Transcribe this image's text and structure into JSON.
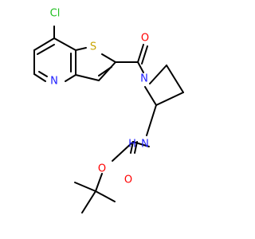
{
  "molecule": {
    "colors": {
      "bond": "#000000",
      "carbon": "#000000",
      "nitrogen": "#2020ff",
      "oxygen": "#ff0000",
      "sulfur": "#c8a400",
      "chlorine": "#1fc01f"
    },
    "labels": {
      "cl": "Cl",
      "s": "S",
      "n_pyridine": "N",
      "o_carbonyl_top": "O",
      "n_pyrrolidine": "N",
      "nh": "H",
      "nh_n": "N",
      "o_carbamate": "O",
      "o_ester": "O"
    }
  }
}
